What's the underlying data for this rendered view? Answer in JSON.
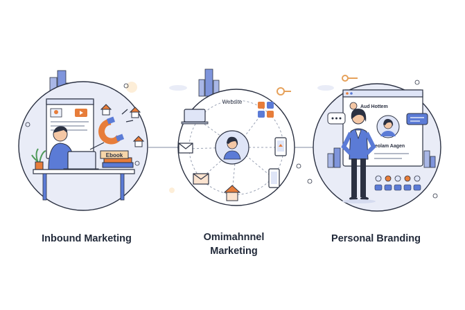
{
  "sections": [
    {
      "caption": "Inbound Marketing",
      "labels": {
        "book": "Ebook"
      }
    },
    {
      "caption_line1": "Omimahnnel",
      "caption_line2": "Marketing",
      "labels": {
        "website": "Website"
      }
    },
    {
      "caption": "Personal Branding",
      "labels": {
        "profile_top": "Aud Hottem",
        "profile_name": "Deolam Aagen"
      }
    }
  ],
  "colors": {
    "circle_fill": "#e9ecf7",
    "circle_stroke": "#2b3142",
    "accent_blue": "#5b7bd6",
    "accent_orange": "#e77d3a",
    "dark_navy": "#2b3142"
  }
}
